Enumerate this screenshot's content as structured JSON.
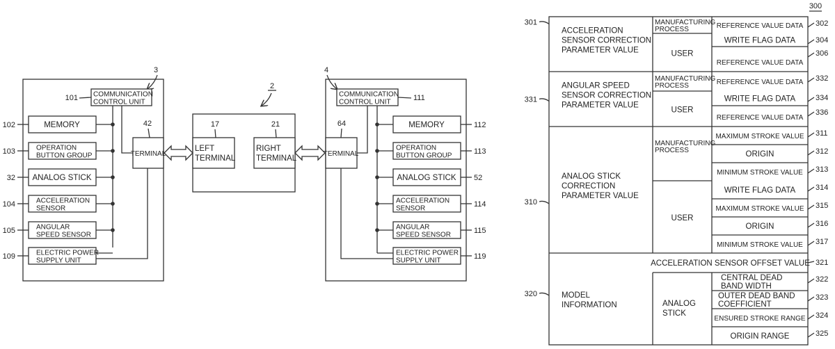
{
  "fig_left": {
    "controller_left": {
      "ref": "3",
      "blocks": [
        {
          "ref": "101",
          "lines": [
            "COMMUNICATION",
            "CONTROL UNIT"
          ]
        },
        {
          "ref": "102",
          "lines": [
            "MEMORY"
          ]
        },
        {
          "ref": "103",
          "lines": [
            "OPERATION",
            "BUTTON GROUP"
          ]
        },
        {
          "ref": "32",
          "lines": [
            "ANALOG STICK"
          ]
        },
        {
          "ref": "104",
          "lines": [
            "ACCELERATION",
            "SENSOR"
          ]
        },
        {
          "ref": "105",
          "lines": [
            "ANGULAR",
            "SPEED SENSOR"
          ]
        },
        {
          "ref": "109",
          "lines": [
            "ELECTRIC POWER",
            "SUPPLY UNIT"
          ]
        }
      ],
      "terminal": {
        "ref": "42",
        "label": "TERMINAL"
      }
    },
    "main_body": {
      "ref": "2",
      "left_terminal": {
        "ref": "17",
        "lines": [
          "LEFT",
          "TERMINAL"
        ]
      },
      "right_terminal": {
        "ref": "21",
        "lines": [
          "RIGHT",
          "TERMINAL"
        ]
      }
    },
    "controller_right": {
      "ref": "4",
      "blocks": [
        {
          "ref": "111",
          "lines": [
            "COMMUNICATION",
            "CONTROL UNIT"
          ]
        },
        {
          "ref": "112",
          "lines": [
            "MEMORY"
          ]
        },
        {
          "ref": "113",
          "lines": [
            "OPERATION",
            "BUTTON GROUP"
          ]
        },
        {
          "ref": "52",
          "lines": [
            "ANALOG STICK"
          ]
        },
        {
          "ref": "114",
          "lines": [
            "ACCELERATION",
            "SENSOR"
          ]
        },
        {
          "ref": "115",
          "lines": [
            "ANGULAR",
            "SPEED SENSOR"
          ]
        },
        {
          "ref": "119",
          "lines": [
            "ELECTRIC POWER",
            "SUPPLY UNIT"
          ]
        }
      ],
      "terminal": {
        "ref": "64",
        "label": "TERMINAL"
      }
    }
  },
  "table": {
    "ref": "300",
    "groups": [
      {
        "ref": "301",
        "lines": [
          "ACCELERATION",
          "SENSOR CORRECTION",
          "PARAMETER VALUE"
        ],
        "subs": [
          {
            "lines": [
              "MANUFACTURING",
              "PROCESS"
            ],
            "items": [
              {
                "ref": "302",
                "lines": [
                  "REFERENCE VALUE DATA"
                ]
              }
            ]
          },
          {
            "lines": [
              "USER"
            ],
            "items": [
              {
                "ref": "304",
                "lines": [
                  "WRITE FLAG DATA"
                ]
              },
              {
                "ref": "306",
                "lines": [
                  "REFERENCE VALUE DATA"
                ]
              }
            ]
          }
        ]
      },
      {
        "ref": "331",
        "lines": [
          "ANGULAR SPEED",
          "SENSOR CORRECTION",
          "PARAMETER VALUE"
        ],
        "subs": [
          {
            "lines": [
              "MANUFACTURING",
              "PROCESS"
            ],
            "items": [
              {
                "ref": "332",
                "lines": [
                  "REFERENCE VALUE DATA"
                ]
              }
            ]
          },
          {
            "lines": [
              "USER"
            ],
            "items": [
              {
                "ref": "334",
                "lines": [
                  "WRITE FLAG DATA"
                ]
              },
              {
                "ref": "336",
                "lines": [
                  "REFERENCE VALUE DATA"
                ]
              }
            ]
          }
        ]
      },
      {
        "ref": "310",
        "lines": [
          "ANALOG STICK",
          "CORRECTION",
          "PARAMETER VALUE"
        ],
        "subs": [
          {
            "lines": [
              "MANUFACTURING",
              "PROCESS"
            ],
            "items": [
              {
                "ref": "311",
                "lines": [
                  "MAXIMUM STROKE VALUE"
                ]
              },
              {
                "ref": "312",
                "lines": [
                  "ORIGIN"
                ]
              },
              {
                "ref": "313",
                "lines": [
                  "MINIMUM STROKE VALUE"
                ]
              }
            ]
          },
          {
            "lines": [
              "USER"
            ],
            "items": [
              {
                "ref": "314",
                "lines": [
                  "WRITE FLAG DATA"
                ]
              },
              {
                "ref": "315",
                "lines": [
                  "MAXIMUM STROKE VALUE"
                ]
              },
              {
                "ref": "316",
                "lines": [
                  "ORIGIN"
                ]
              },
              {
                "ref": "317",
                "lines": [
                  "MINIMUM STROKE VALUE"
                ]
              }
            ]
          }
        ]
      },
      {
        "ref": "320",
        "lines": [
          "MODEL",
          "INFORMATION"
        ],
        "wide_item": {
          "ref": "321",
          "lines": [
            "ACCELERATION SENSOR OFFSET VALUE"
          ]
        },
        "subs": [
          {
            "lines": [
              "ANALOG",
              "STICK"
            ],
            "items": [
              {
                "ref": "322",
                "lines": [
                  "CENTRAL DEAD",
                  "BAND WIDTH"
                ]
              },
              {
                "ref": "323",
                "lines": [
                  "OUTER DEAD BAND",
                  "COEFFICIENT"
                ]
              },
              {
                "ref": "324",
                "lines": [
                  "ENSURED STROKE RANGE"
                ]
              },
              {
                "ref": "325",
                "lines": [
                  "ORIGIN RANGE"
                ]
              }
            ]
          }
        ]
      }
    ]
  }
}
